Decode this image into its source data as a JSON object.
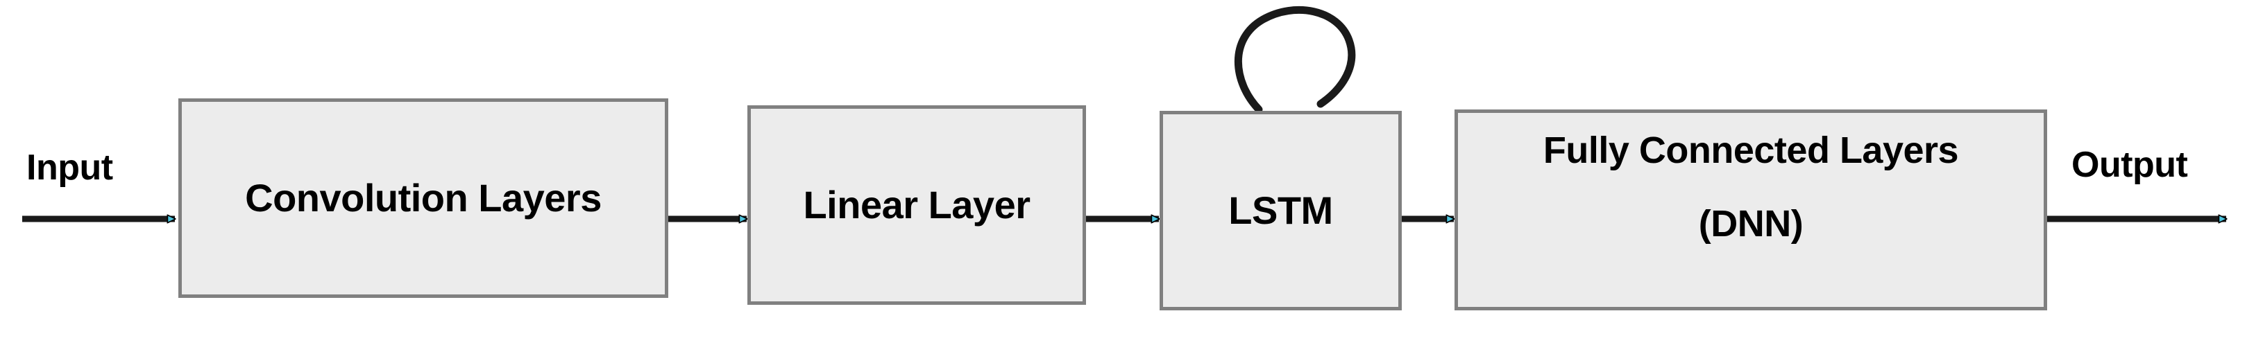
{
  "diagram": {
    "title": "CNN-LSTM-DNN network architecture block diagram",
    "background_color": "#ffffff",
    "node_fill": "#ececec",
    "node_border": "#808080",
    "arrow_line_color": "#1a1a1a",
    "arrow_head_color": "#4cc3dd",
    "arrow_head_outline": "#000000",
    "loop_color": "#1a1a1a",
    "text_color": "#000000"
  },
  "labels": {
    "input": "Input",
    "output": "Output"
  },
  "nodes": [
    {
      "id": "convolution-layers",
      "line1": "Convolution Layers",
      "line2": ""
    },
    {
      "id": "linear-layer",
      "line1": "Linear Layer",
      "line2": ""
    },
    {
      "id": "lstm",
      "line1": "LSTM",
      "line2": ""
    },
    {
      "id": "fully-connected",
      "line1": "Fully Connected Layers",
      "line2": "(DNN)"
    }
  ],
  "connections": [
    {
      "from": "input",
      "to": "convolution-layers",
      "style": "arrow-cyan-head"
    },
    {
      "from": "convolution-layers",
      "to": "linear-layer",
      "style": "arrow-cyan-head"
    },
    {
      "from": "linear-layer",
      "to": "lstm",
      "style": "arrow-cyan-head"
    },
    {
      "from": "lstm",
      "to": "fully-connected",
      "style": "arrow-cyan-head"
    },
    {
      "from": "fully-connected",
      "to": "output",
      "style": "arrow-cyan-head"
    },
    {
      "from": "lstm",
      "to": "lstm",
      "style": "self-loop-black-head"
    }
  ]
}
